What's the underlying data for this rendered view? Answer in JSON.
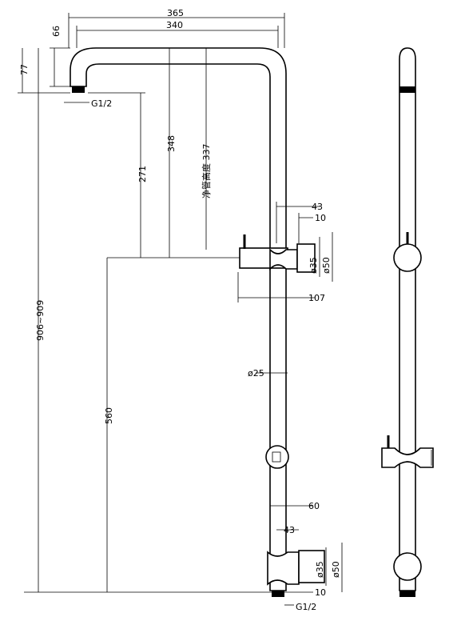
{
  "dimensions": {
    "top_overall": "365",
    "top_inner": "340",
    "left_small": "66",
    "left_outer": "77",
    "overall_height": "906~909",
    "spout_drop": "271",
    "arm_height": "348",
    "clearance": "净管高度 337",
    "lower_section": "560",
    "upper_outlet_width": "43",
    "upper_outlet_depth": "10",
    "upper_dia_small": "ø35",
    "upper_dia_large": "ø50",
    "upper_handle_span": "107",
    "pipe_dia": "ø25",
    "lower_width": "60",
    "lower_depth": "43",
    "lower_dia_small": "ø35",
    "lower_dia_large": "ø50",
    "lower_bottom": "10",
    "thread_top": "G1/2",
    "thread_bottom": "G1/2"
  }
}
